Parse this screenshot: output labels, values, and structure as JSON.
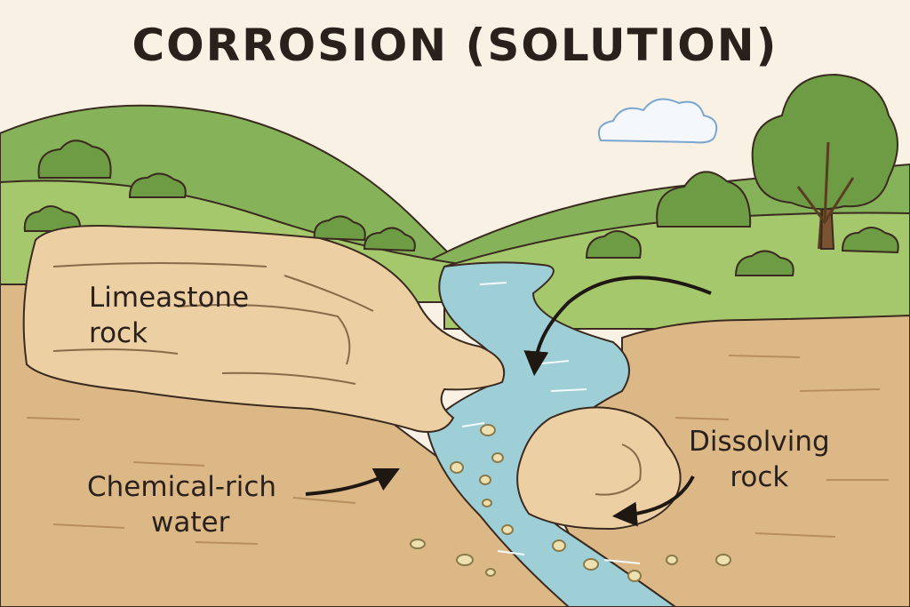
{
  "title": "CORROSION (SOLUTION)",
  "labels": {
    "limestone_line1": "Limeastone",
    "limestone_line2": "rock",
    "chemical_line1": "Chemical-rich",
    "chemical_line2": "water",
    "dissolving_line1": "Dissolving",
    "dissolving_line2": "rock"
  },
  "colors": {
    "background": "#f9f1e4",
    "hill_dark": "#86b25a",
    "hill_light": "#a6c86c",
    "soil": "#ddb887",
    "rock": "#eccfa2",
    "water": "#9ecfd6",
    "outline": "#3a2a20"
  }
}
